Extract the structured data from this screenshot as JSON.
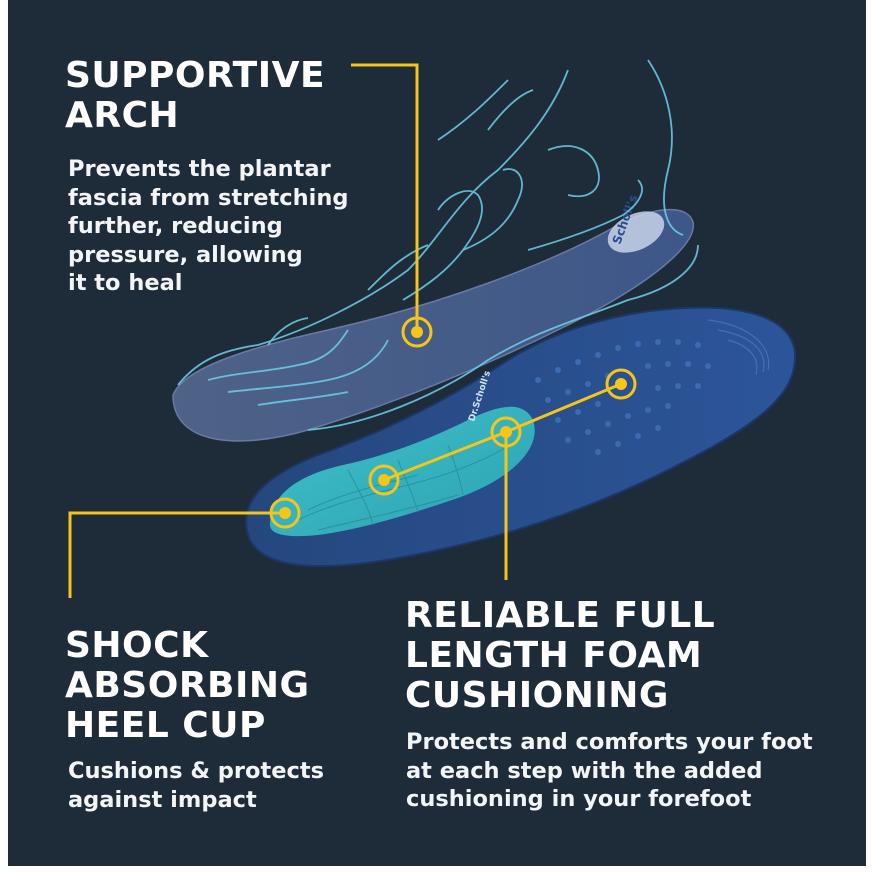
{
  "callouts": {
    "arch": {
      "heading": [
        "SUPPORTIVE",
        "ARCH"
      ],
      "body": [
        "Prevents the plantar",
        "fascia from stretching",
        "further, reducing",
        "pressure, allowing",
        "it to heal"
      ]
    },
    "heel": {
      "heading": [
        "SHOCK",
        "ABSORBING",
        "HEEL CUP"
      ],
      "body": [
        "Cushions & protects",
        "against impact"
      ]
    },
    "foam": {
      "heading": [
        "RELIABLE FULL",
        "LENGTH FOAM",
        "CUSHIONING"
      ],
      "body": [
        "Protects and comforts your foot",
        "at each step with the added",
        "cushioning in your forefoot"
      ]
    }
  },
  "brand_marks": {
    "insole_logo": "Scholl's",
    "insole_logo_small": "Dr.Scholl's"
  },
  "colors": {
    "background": "#1e2c3a",
    "accent_yellow": "#f5c518",
    "insole_blue": "#2a4e8a",
    "gel_teal": "#3fc3c9",
    "outline_cyan": "#6fd0ea",
    "text": "#ffffff"
  }
}
